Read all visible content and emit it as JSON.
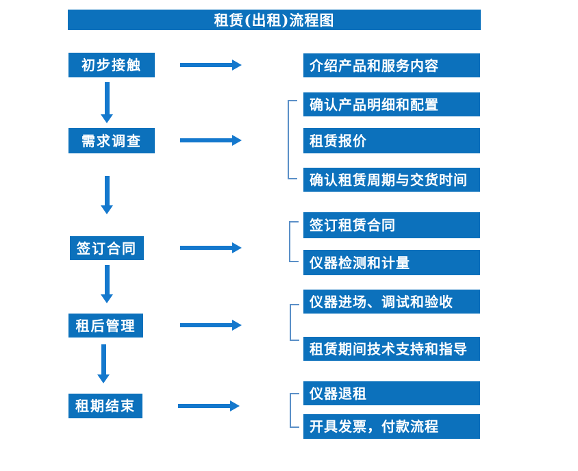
{
  "title": "租赁(出租)流程图",
  "colors": {
    "box_blue": "#0c71bc",
    "arrow_blue": "#1478cd",
    "bracket_blue": "#5a8fc7",
    "text": "#ffffff",
    "background": "#ffffff"
  },
  "stages": [
    {
      "label": "初步接触",
      "children": [
        "介绍产品和服务内容"
      ]
    },
    {
      "label": "需求调查",
      "children": [
        "确认产品明细和配置",
        "租赁报价",
        "确认租赁周期与交货时间"
      ]
    },
    {
      "label": "签订合同",
      "children": [
        "签订租赁合同",
        "仪器检测和计量"
      ]
    },
    {
      "label": "租后管理",
      "children": [
        "仪器进场、调试和验收",
        "租赁期间技术支持和指导"
      ]
    },
    {
      "label": "租期结束",
      "children": [
        "仪器退租",
        "开具发票，付款流程"
      ]
    }
  ]
}
